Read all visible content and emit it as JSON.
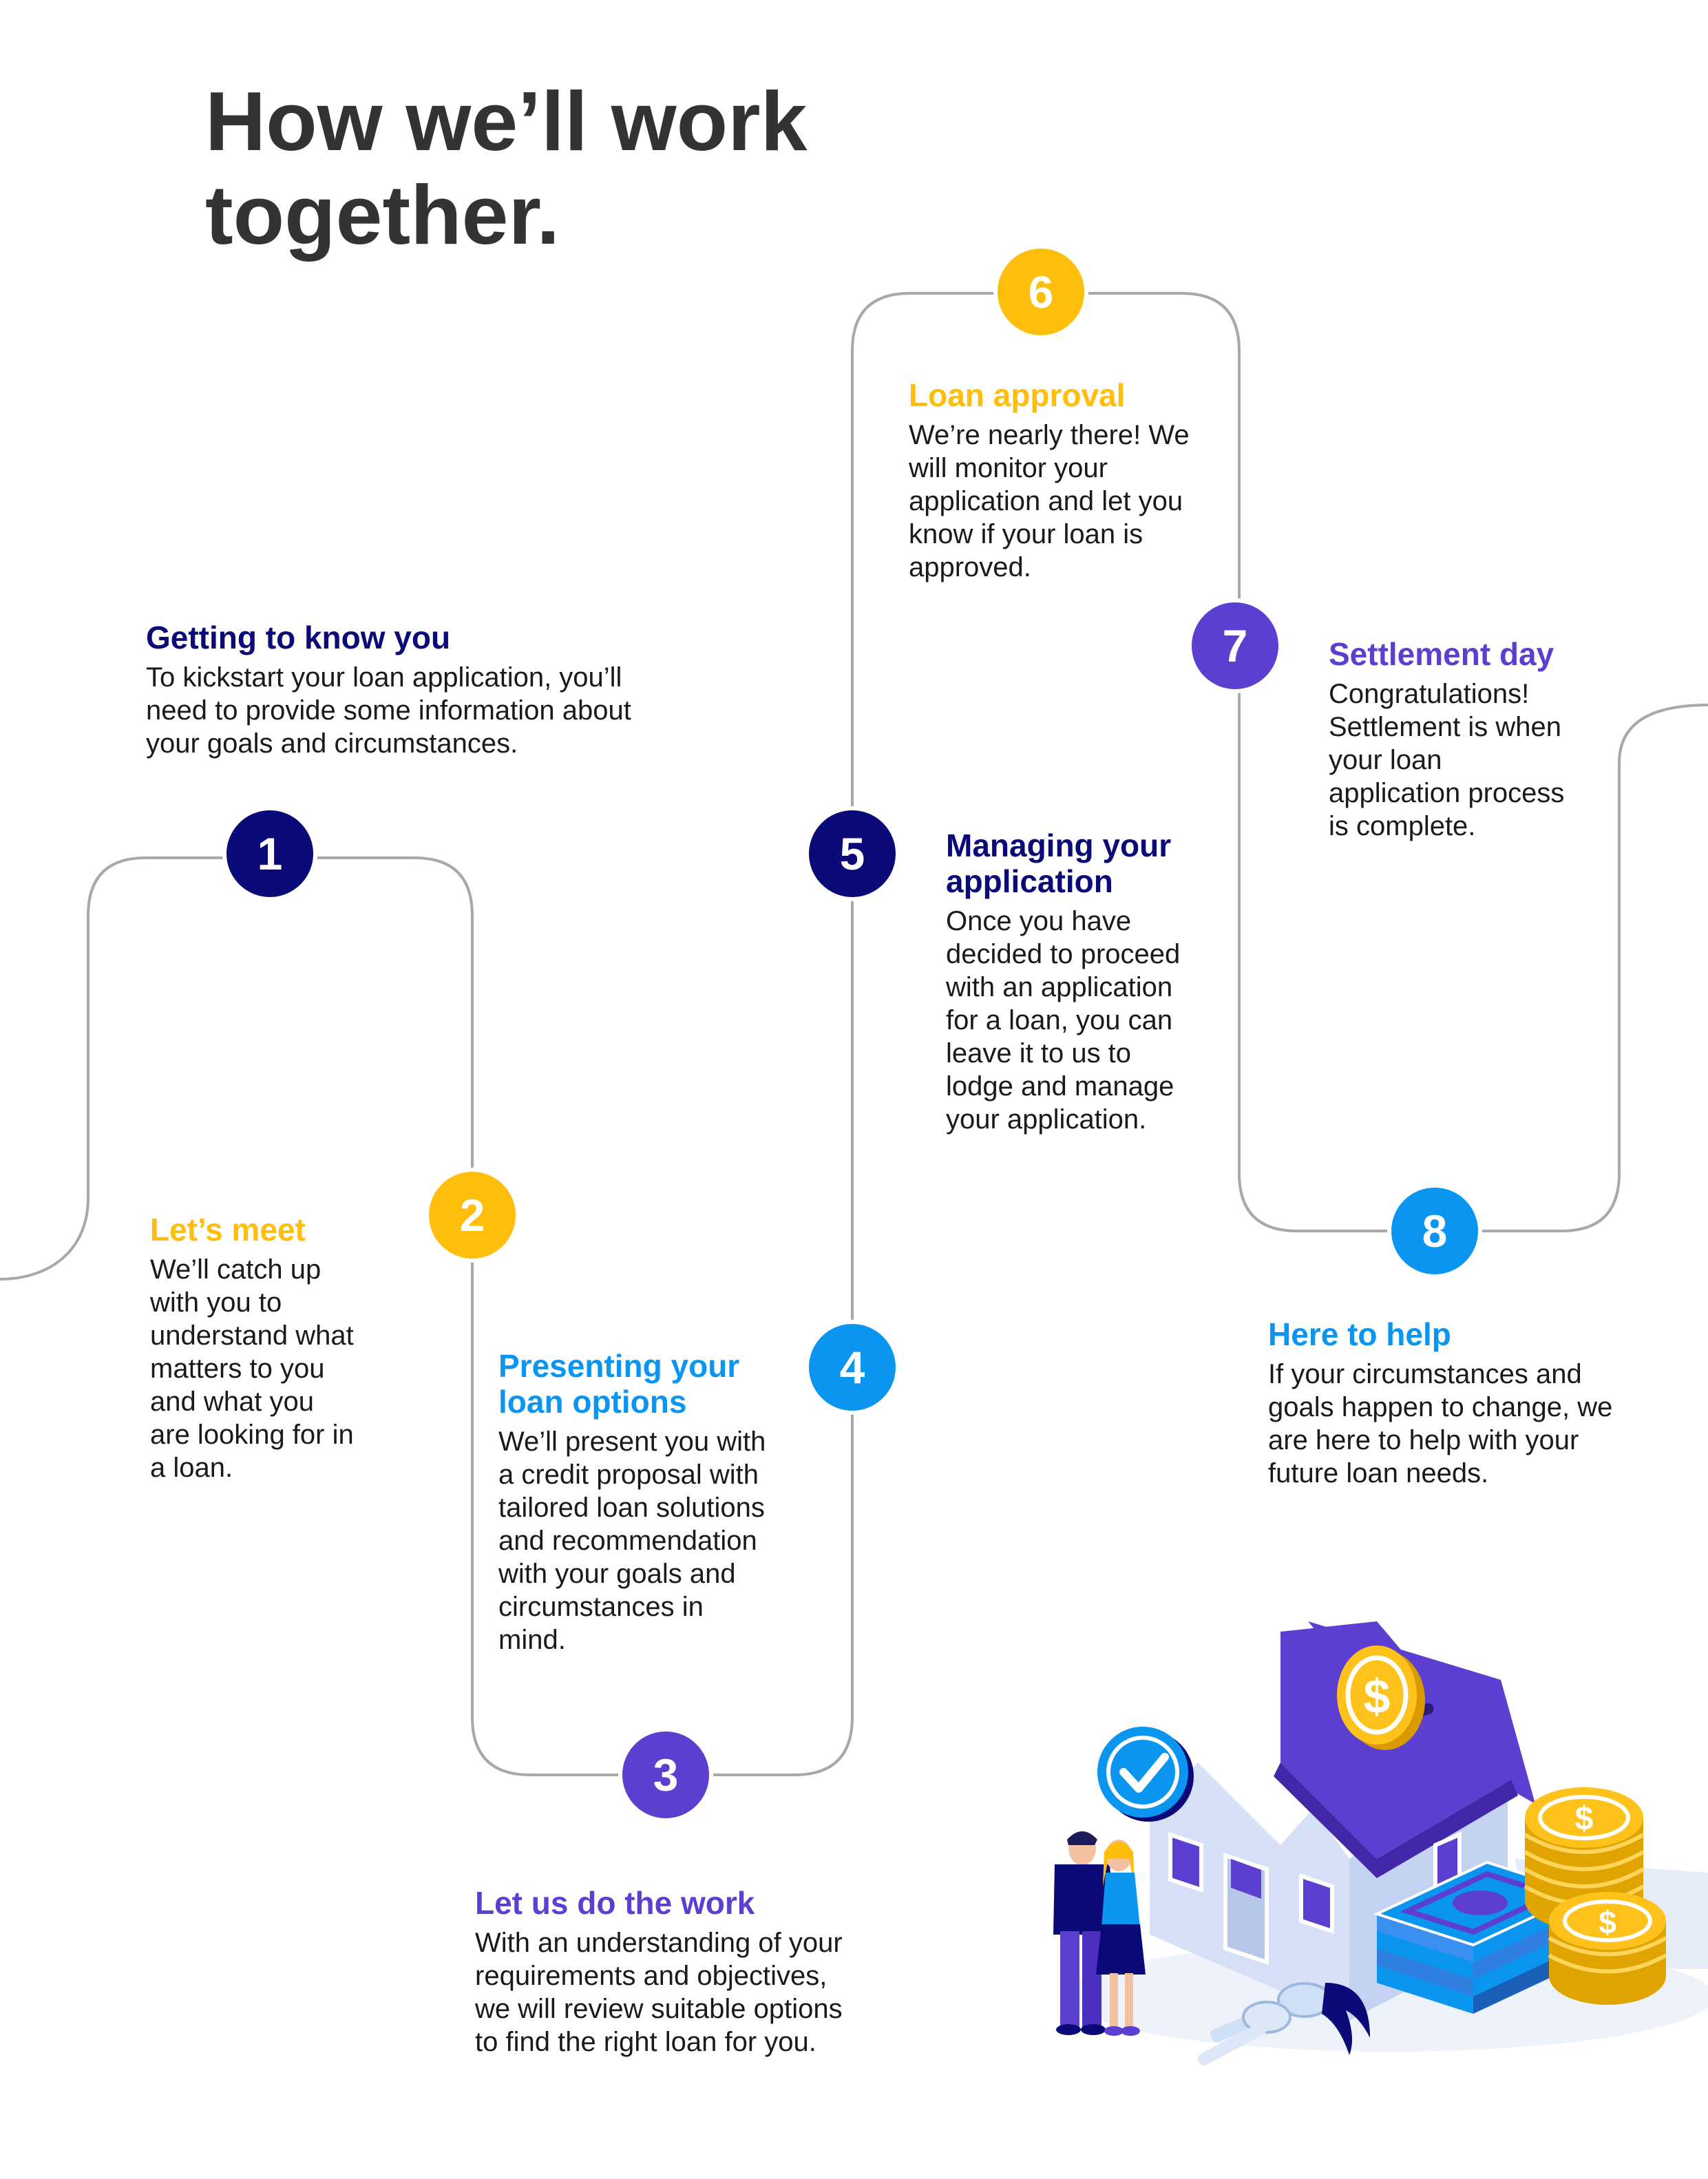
{
  "title_lines": [
    "How we’ll work",
    "together."
  ],
  "colors": {
    "navy": "#0a0a78",
    "yellow": "#ffbe0b",
    "purple": "#5c3fd1",
    "blue": "#0a96f0",
    "path": "#a8a8a8",
    "title": "#333333"
  },
  "steps": [
    {
      "number": "1",
      "color": "#0a0a78",
      "heading_lines": [
        "Getting to know you"
      ],
      "body_lines": [
        "To kickstart your loan application, you’ll",
        "need to provide some information about",
        "your goals and circumstances."
      ]
    },
    {
      "number": "2",
      "color": "#ffbe0b",
      "heading_lines": [
        "Let’s meet"
      ],
      "body_lines": [
        "We’ll catch up",
        "with you to",
        "understand what",
        "matters to you",
        "and what you",
        "are looking for in",
        "a loan."
      ]
    },
    {
      "number": "3",
      "color": "#5c3fd1",
      "heading_lines": [
        "Let us do the work"
      ],
      "body_lines": [
        "With an understanding of your",
        "requirements and objectives,",
        "we will review suitable options",
        "to find the right loan for you."
      ]
    },
    {
      "number": "4",
      "color": "#0a96f0",
      "heading_lines": [
        "Presenting your",
        "loan options"
      ],
      "body_lines": [
        "We’ll present you with",
        "a credit proposal with",
        "tailored loan solutions",
        "and recommendation",
        "with your goals and",
        "circumstances in",
        "mind."
      ]
    },
    {
      "number": "5",
      "color": "#0a0a78",
      "heading_lines": [
        "Managing your",
        "application"
      ],
      "body_lines": [
        "Once you have",
        "decided to proceed",
        "with an application",
        "for a loan, you can",
        "leave it to us to",
        "lodge and manage",
        "your application."
      ]
    },
    {
      "number": "6",
      "color": "#ffbe0b",
      "heading_lines": [
        "Loan approval"
      ],
      "body_lines": [
        "We’re nearly there! We",
        "will monitor your",
        "application and let you",
        "know if your loan is",
        "approved."
      ]
    },
    {
      "number": "7",
      "color": "#5c3fd1",
      "heading_lines": [
        "Settlement day"
      ],
      "body_lines": [
        "Congratulations!",
        "Settlement is when",
        "your loan",
        "application process",
        "is complete."
      ]
    },
    {
      "number": "8",
      "color": "#0a96f0",
      "heading_lines": [
        "Here to help"
      ],
      "body_lines": [
        "If your circumstances and",
        "goals happen to change, we",
        "are here to help with your",
        "future loan needs."
      ]
    }
  ],
  "illustration": {
    "subject": "house-with-couple-coins-and-keys",
    "icons": [
      "check-badge-icon",
      "dollar-coin-icon",
      "cash-stack-icon",
      "house-key-icon"
    ]
  }
}
